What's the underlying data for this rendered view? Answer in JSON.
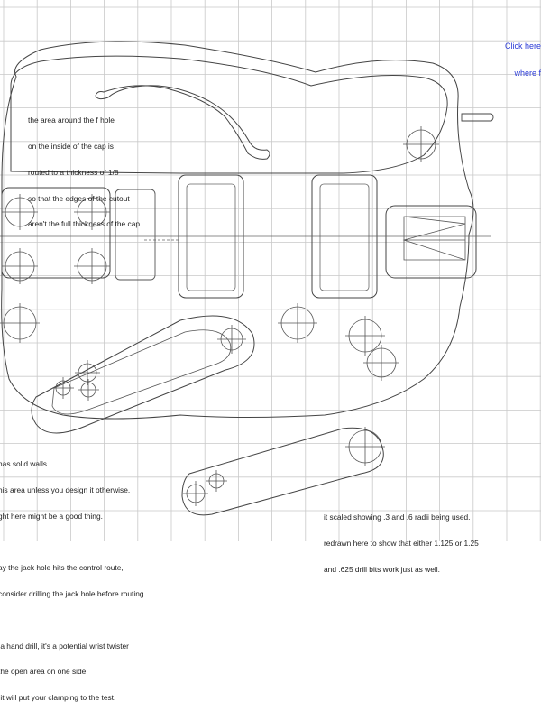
{
  "notes": {
    "fhole_area": [
      "the area around the f hole",
      "on the inside of the cap is",
      "routed to a thickness of 1/8",
      "so that the edges of the cutout",
      "aren't the full thickness of the cap"
    ],
    "bottom_left": [
      "has solid walls",
      "his area unless you design it otherwise.",
      "ght here might be a good thing.",
      "",
      "ay the jack hole hits the control route,",
      "consider drilling the jack hole before routing.",
      "",
      " a hand drill, it's a potential wrist twister",
      "the open area on one side.",
      " it will put your clamping to the test."
    ],
    "bottom_right": [
      "it scaled showing .3 and .6 radii being used.",
      "redrawn here to show that either 1.125 or 1.25",
      "and .625 drill bits work just as well."
    ]
  },
  "link": {
    "lines": [
      "Click here",
      "where f"
    ],
    "color": "#2b3bd6"
  },
  "colors": {
    "grid": "#c9c9c9",
    "outline": "#444444",
    "thin": "#8a8a8a",
    "text": "#222222"
  }
}
